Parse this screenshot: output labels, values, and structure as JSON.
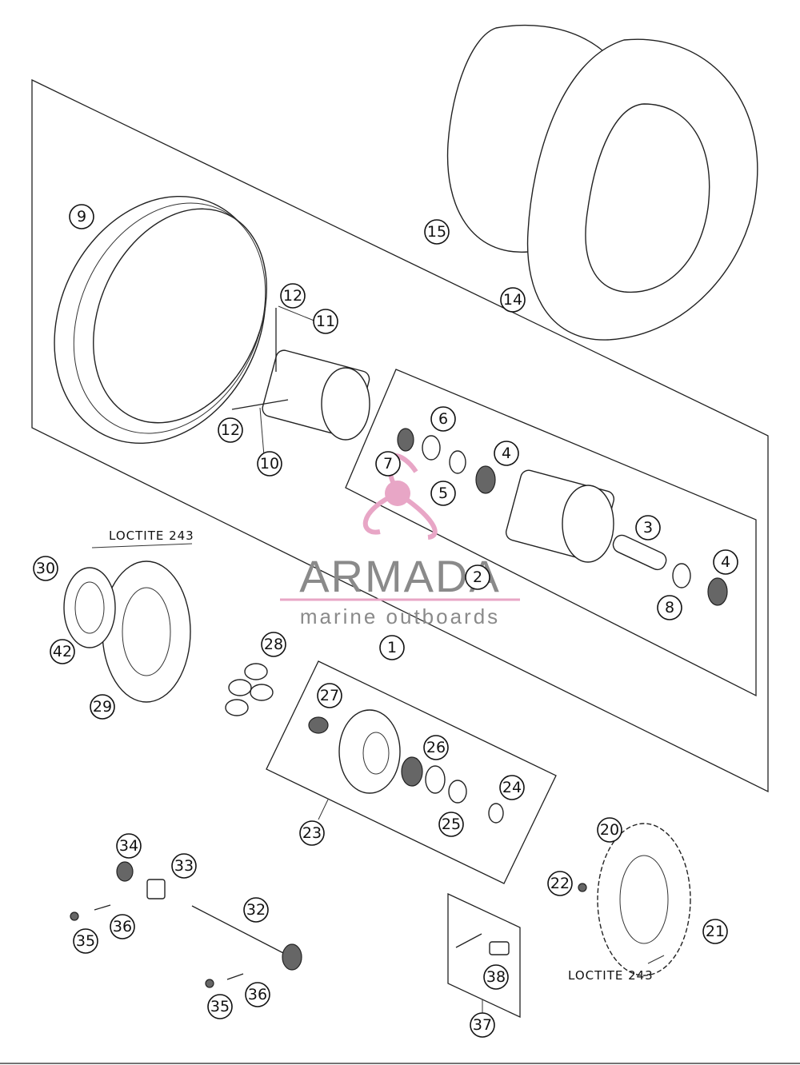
{
  "diagram": {
    "callouts": [
      {
        "label": "1"
      },
      {
        "label": "2"
      },
      {
        "label": "3"
      },
      {
        "label": "4"
      },
      {
        "label": "4"
      },
      {
        "label": "5"
      },
      {
        "label": "6"
      },
      {
        "label": "7"
      },
      {
        "label": "8"
      },
      {
        "label": "9"
      },
      {
        "label": "10"
      },
      {
        "label": "11"
      },
      {
        "label": "12"
      },
      {
        "label": "12"
      },
      {
        "label": "14"
      },
      {
        "label": "15"
      },
      {
        "label": "20"
      },
      {
        "label": "21"
      },
      {
        "label": "22"
      },
      {
        "label": "23"
      },
      {
        "label": "24"
      },
      {
        "label": "25"
      },
      {
        "label": "26"
      },
      {
        "label": "27"
      },
      {
        "label": "28"
      },
      {
        "label": "29"
      },
      {
        "label": "30"
      },
      {
        "label": "32"
      },
      {
        "label": "33"
      },
      {
        "label": "34"
      },
      {
        "label": "35"
      },
      {
        "label": "35"
      },
      {
        "label": "36"
      },
      {
        "label": "36"
      },
      {
        "label": "37"
      },
      {
        "label": "38"
      },
      {
        "label": "42"
      }
    ],
    "notes": [
      "LOCTITE 243",
      "LOCTITE 243"
    ]
  },
  "watermark": {
    "brand": "ARMADA",
    "tagline": "marine outboards",
    "accent_color": "#e8a6c6",
    "text_color": "#8a8a8a"
  }
}
